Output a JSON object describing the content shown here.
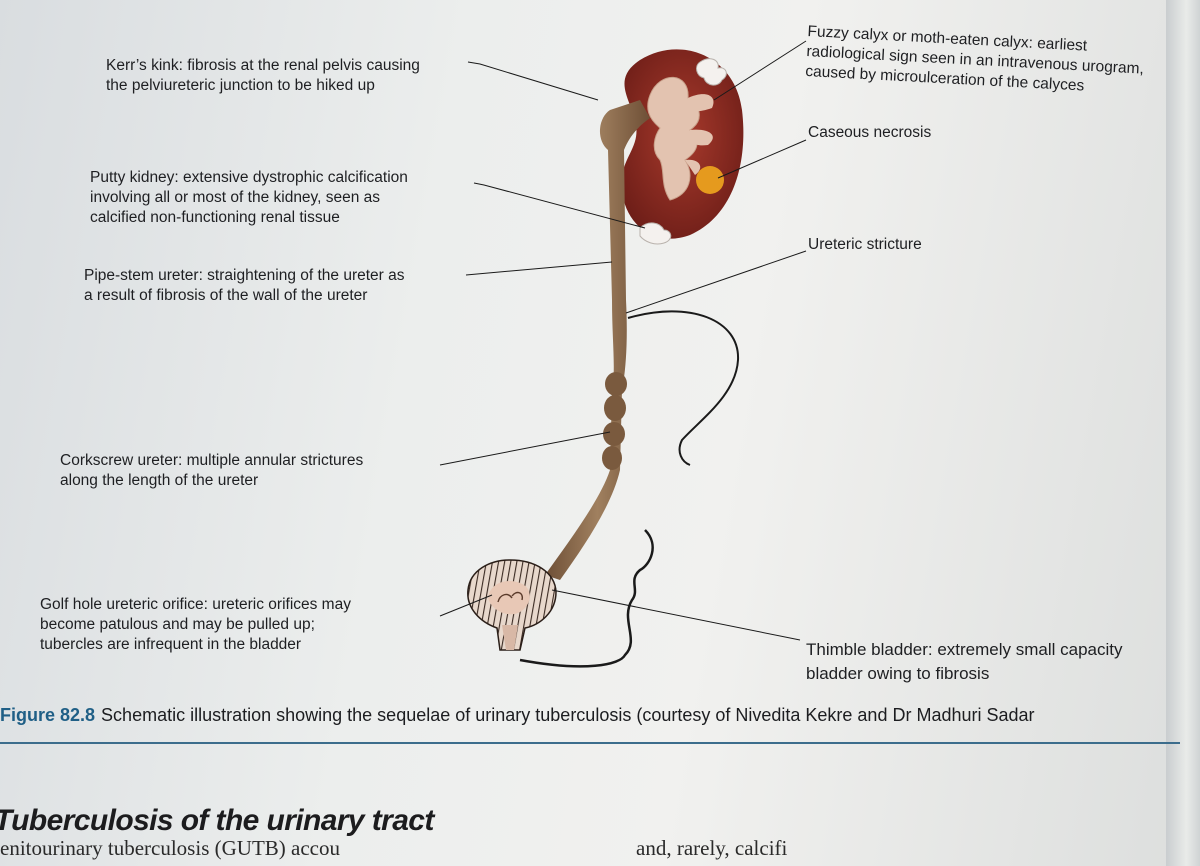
{
  "annotations": {
    "kerrs_kink": [
      "Kerr’s kink: fibrosis at the renal pelvis causing",
      "the pelviureteric junction to be hiked up"
    ],
    "putty_kidney": [
      "Putty kidney: extensive dystrophic calcification",
      "involving all or most of the kidney, seen as",
      "calcified non-functioning renal tissue"
    ],
    "pipe_stem": [
      "Pipe-stem ureter: straightening of the ureter as",
      "a result of fibrosis of the wall of the ureter"
    ],
    "corkscrew": [
      "Corkscrew ureter: multiple annular strictures",
      "along the length of the ureter"
    ],
    "golf_hole": [
      "Golf hole ureteric orifice: ureteric orifices may",
      "become patulous and may be pulled up;",
      "tubercles are infrequent in the bladder"
    ],
    "fuzzy_calyx": [
      "Fuzzy calyx or moth-eaten calyx: earliest",
      "radiological sign seen in an intravenous urogram,",
      "caused by microulceration of the calyces"
    ],
    "caseous": [
      "Caseous necrosis"
    ],
    "ureteric_stricture": [
      "Ureteric stricture"
    ],
    "thimble": [
      "Thimble bladder: extremely small capacity",
      "bladder owing to fibrosis"
    ]
  },
  "caption": {
    "figure_number": "Figure 82.8",
    "text": "Schematic illustration showing the sequelae of urinary tuberculosis (courtesy of Nivedita Kekre and Dr Madhuri Sadar"
  },
  "section_heading": "Tuberculosis of the urinary tract",
  "body_text": {
    "left": "enitourinary tuberculosis (GUTB) accou",
    "right": "and, rarely, calcifi"
  },
  "colors": {
    "kidney": "#8e2a22",
    "ureter": "#8a6a4c",
    "calyx": "#e3c3b0",
    "caseous": "#e59a1e",
    "bladder": "#d8b8a6",
    "caption_accent": "#1f5f86"
  }
}
